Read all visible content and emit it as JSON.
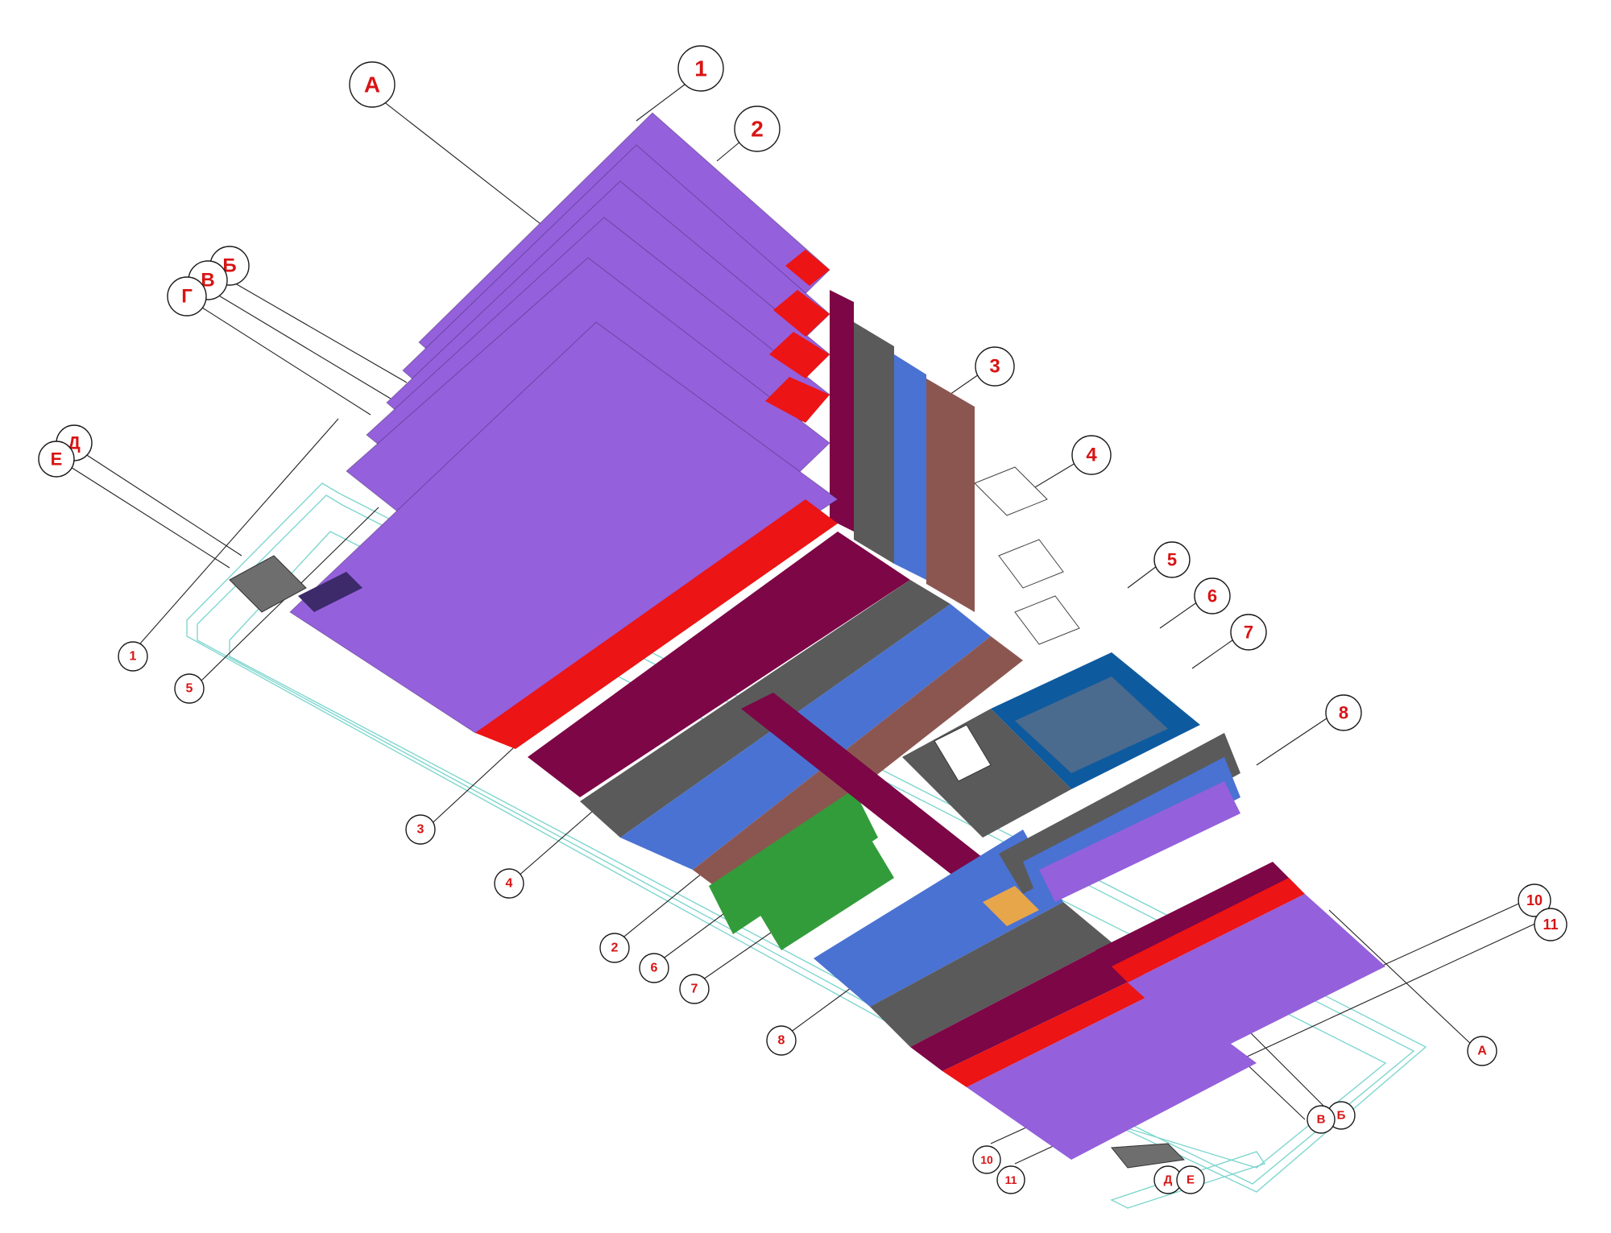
{
  "view": "isometric-structural-floor-levels",
  "colors": {
    "violet": "#9460dc",
    "red": "#ec1414",
    "maroon": "#7c0646",
    "gray": "#5a5a5a",
    "blue": "#4a72d2",
    "brown": "#8c5650",
    "green": "#339c3a",
    "navy": "#0e5a9e",
    "orange": "#e8a64a",
    "bubble_text": "#d81414",
    "outline": "#7fd6cf"
  },
  "axis_labels": {
    "top_letters": [
      "A",
      "Б",
      "B",
      "Г",
      "Д",
      "Е"
    ],
    "top_numbers": [
      "1",
      "2",
      "3",
      "4",
      "5",
      "6",
      "7",
      "8",
      "10",
      "11"
    ],
    "bottom_numbers": [
      "1",
      "2",
      "3",
      "4",
      "5",
      "6",
      "7",
      "8",
      "10",
      "11"
    ],
    "bottom_letters": [
      "A",
      "Б",
      "B",
      "Д",
      "Е"
    ]
  },
  "bubbles": {
    "b1": "A",
    "b2": "1",
    "b3": "2",
    "b4": "Б",
    "b5": "B",
    "b6": "Г",
    "b7": "Д",
    "b8": "Е",
    "b9": "3",
    "b10": "4",
    "b11": "5",
    "b12": "6",
    "b13": "7",
    "b14": "8",
    "b15": "10",
    "b16": "11",
    "c1": "1",
    "c2": "2",
    "c3": "3",
    "c4": "4",
    "c5": "5",
    "c6": "6",
    "c7": "7",
    "c8": "8",
    "c9": "10",
    "c10": "11",
    "c11": "A",
    "c12": "Б",
    "c13": "B",
    "c14": "Д",
    "c15": "Е"
  }
}
